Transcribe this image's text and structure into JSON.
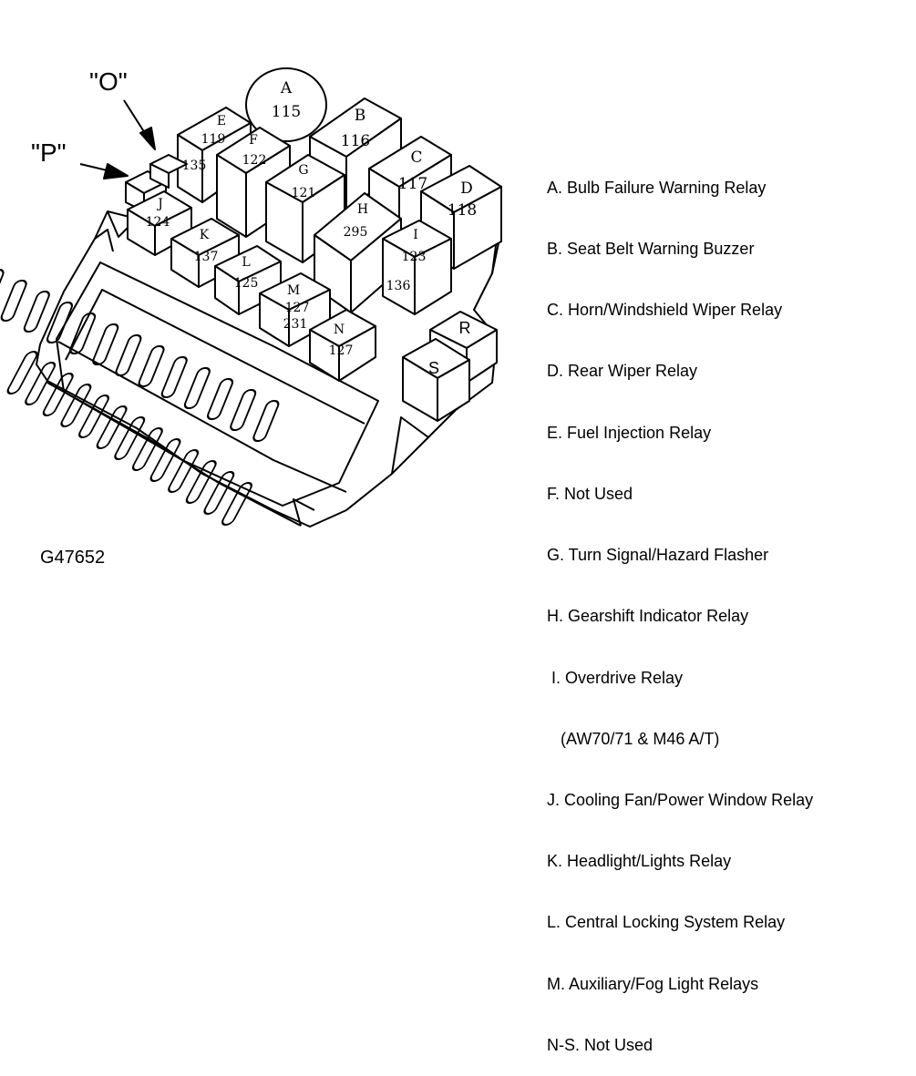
{
  "callouts": {
    "o": "\"O\"",
    "p": "\"P\""
  },
  "figure_code": "G47652",
  "relays": {
    "a": {
      "letter": "A",
      "number": "115"
    },
    "b": {
      "letter": "B",
      "number": "116"
    },
    "c": {
      "letter": "C",
      "number": "117"
    },
    "d": {
      "letter": "D",
      "number": "118"
    },
    "e": {
      "letter": "E",
      "number": "119",
      "extra": "135"
    },
    "f": {
      "letter": "F",
      "number": "122"
    },
    "g": {
      "letter": "G",
      "number": "121"
    },
    "h": {
      "letter": "H",
      "number": "295"
    },
    "i": {
      "letter": "I",
      "number": "123",
      "extra": "136"
    },
    "j": {
      "letter": "J",
      "number": "124"
    },
    "k": {
      "letter": "K",
      "number": "137"
    },
    "l": {
      "letter": "L",
      "number": "125"
    },
    "m": {
      "letter": "M",
      "number": "127",
      "number2": "231"
    },
    "n": {
      "letter": "N",
      "number": "127"
    },
    "r": {
      "letter": "R"
    },
    "s": {
      "letter": "S"
    }
  },
  "legend": [
    "A. Bulb Failure Warning Relay",
    "B. Seat Belt Warning Buzzer",
    "C. Horn/Windshield Wiper Relay",
    "D. Rear Wiper Relay",
    "E. Fuel Injection Relay",
    "F. Not Used",
    "G. Turn Signal/Hazard Flasher",
    "H. Gearshift Indicator Relay",
    " I. Overdrive Relay",
    "   (AW70/71 & M46 A/T)",
    "J. Cooling Fan/Power Window Relay",
    "K. Headlight/Lights Relay",
    "L. Central Locking System Relay",
    "M. Auxiliary/Fog Light Relays",
    "N-S. Not Used"
  ]
}
